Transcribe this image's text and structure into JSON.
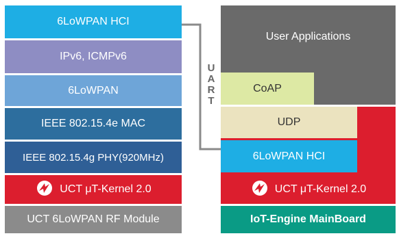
{
  "colors": {
    "hci": "#1eaee4",
    "ipv6": "#8e8dc3",
    "lowpan": "#6ea5d8",
    "mac": "#2d6e9e",
    "phy": "#2f5f96",
    "kernel": "#dc1e2e",
    "rfmodule": "#8b8b8b",
    "apps": "#6a6a6a",
    "coap": "#dde9a4",
    "udp": "#ebe3bf",
    "mainboard": "#0a9b85",
    "wire": "#777777"
  },
  "left_stack": {
    "hci": "6LoWPAN HCI",
    "ipv6": "IPv6, ICMPv6",
    "lowpan": "6LoWPAN",
    "mac": "IEEE 802.15.4e MAC",
    "phy": "IEEE 802.15.4g PHY(920MHz)",
    "kernel": "UCT μT-Kernel 2.0",
    "rf_module": "UCT 6LoWPAN RF Module"
  },
  "right_stack": {
    "apps": "User Applications",
    "coap": "CoAP",
    "udp": "UDP",
    "hci": "6LoWPAN HCI",
    "kernel": "UCT μT-Kernel 2.0",
    "mainboard": "IoT-Engine MainBoard"
  },
  "link": {
    "letters": [
      "U",
      "A",
      "R",
      "T"
    ]
  },
  "logo_text": "μT-Kernel 2.0"
}
